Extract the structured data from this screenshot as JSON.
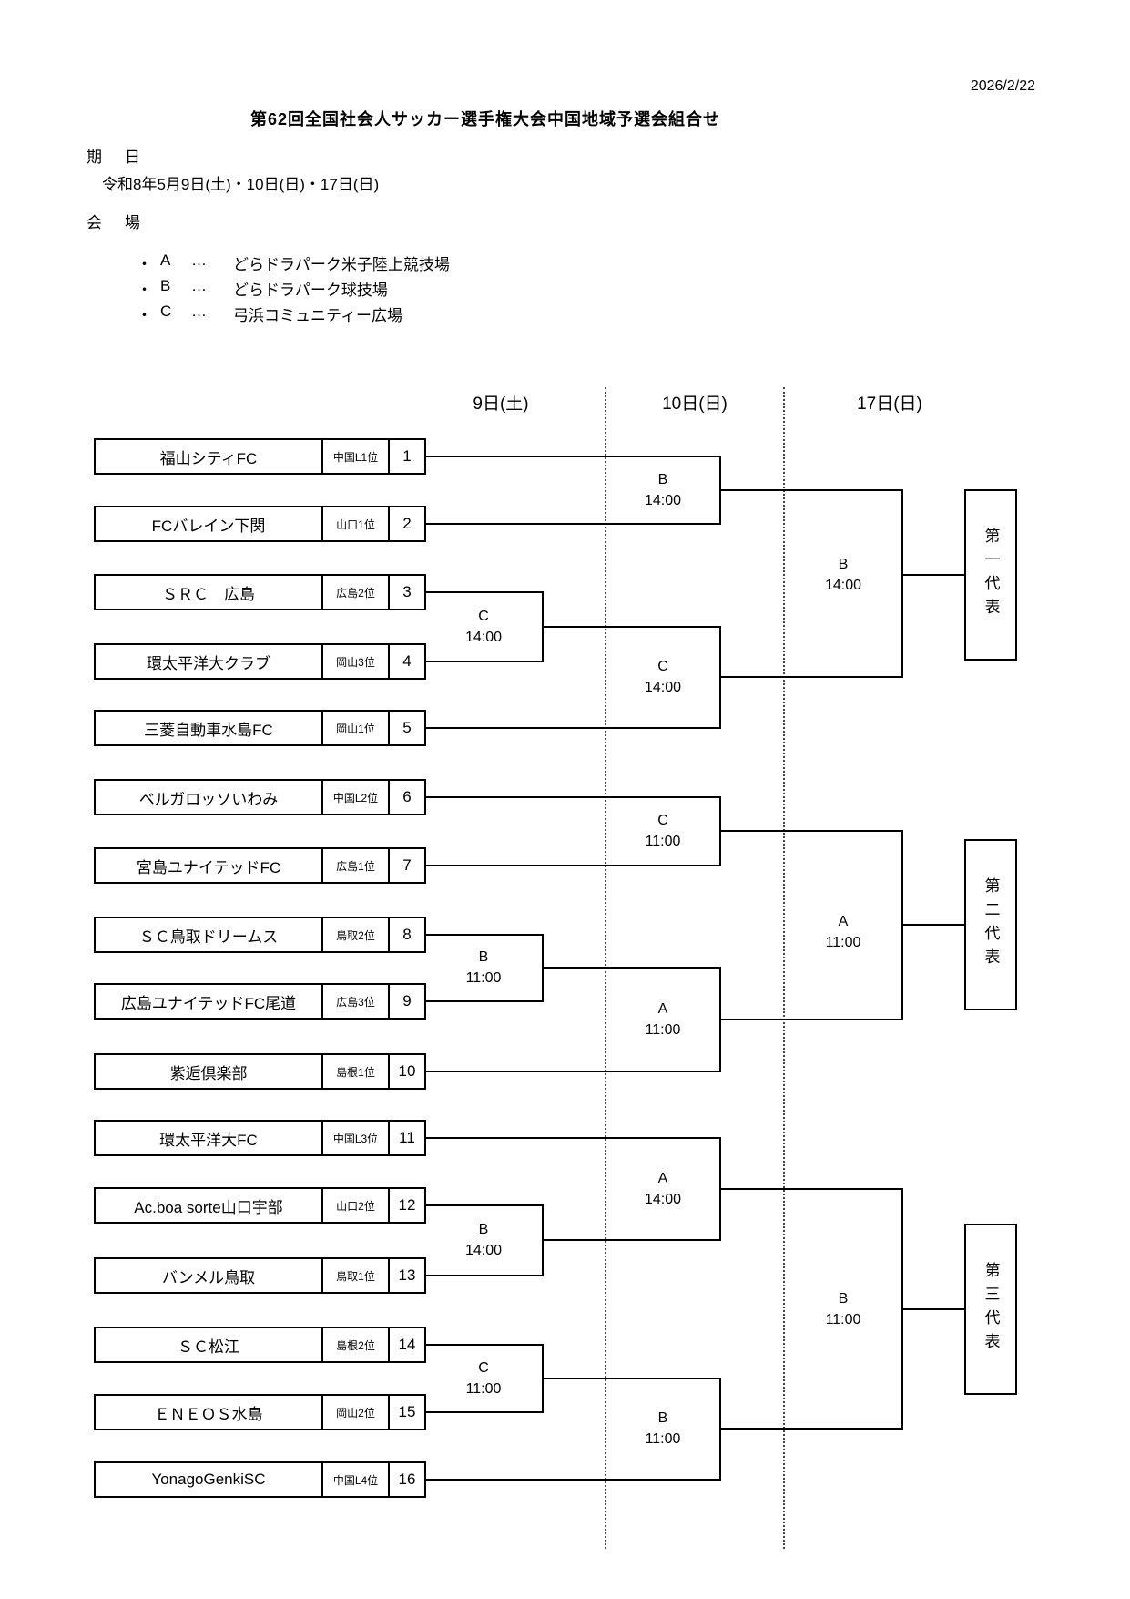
{
  "document": {
    "date": "2026/2/22",
    "title": "第62回全国社会人サッカー選手権大会中国地域予選会組合せ",
    "schedule_label": "期　日",
    "schedule_value": "令和8年5月9日(土)・10日(日)・17日(日)",
    "venue_label": "会　場",
    "venues": [
      {
        "bullet": "・",
        "code": "A",
        "dots": "…",
        "name": "どらドラパーク米子陸上競技場"
      },
      {
        "bullet": "・",
        "code": "B",
        "dots": "…",
        "name": "どらドラパーク球技場"
      },
      {
        "bullet": "・",
        "code": "C",
        "dots": "…",
        "name": "弓浜コミュニティー広場"
      }
    ]
  },
  "bracket": {
    "day_headers": [
      "9日(土)",
      "10日(日)",
      "17日(日)"
    ],
    "teams": [
      {
        "name": "福山シティFC",
        "seed": "中国L1位",
        "num": "1"
      },
      {
        "name": "FCバレイン下関",
        "seed": "山口1位",
        "num": "2"
      },
      {
        "name": "ＳＲＣ　広島",
        "seed": "広島2位",
        "num": "3"
      },
      {
        "name": "環太平洋大クラブ",
        "seed": "岡山3位",
        "num": "4"
      },
      {
        "name": "三菱自動車水島FC",
        "seed": "岡山1位",
        "num": "5"
      },
      {
        "name": "ベルガロッソいわみ",
        "seed": "中国L2位",
        "num": "6"
      },
      {
        "name": "宮島ユナイテッドFC",
        "seed": "広島1位",
        "num": "7"
      },
      {
        "name": "ＳＣ鳥取ドリームス",
        "seed": "鳥取2位",
        "num": "8"
      },
      {
        "name": "広島ユナイテッドFC尾道",
        "seed": "広島3位",
        "num": "9"
      },
      {
        "name": "紫逅倶楽部",
        "seed": "島根1位",
        "num": "10"
      },
      {
        "name": "環太平洋大FC",
        "seed": "中国L3位",
        "num": "11"
      },
      {
        "name": "Ac.boa sorte山口宇部",
        "seed": "山口2位",
        "num": "12"
      },
      {
        "name": "バンメル鳥取",
        "seed": "鳥取1位",
        "num": "13"
      },
      {
        "name": "ＳＣ松江",
        "seed": "島根2位",
        "num": "14"
      },
      {
        "name": "ＥＮＥＯＳ水島",
        "seed": "岡山2位",
        "num": "15"
      },
      {
        "name": "YonagoGenkiSC",
        "seed": "中国L4位",
        "num": "16"
      }
    ],
    "round1_matches": [
      {
        "venue": "C",
        "time": "14:00"
      },
      {
        "venue": "B",
        "time": "11:00"
      },
      {
        "venue": "B",
        "time": "14:00"
      },
      {
        "venue": "C",
        "time": "11:00"
      }
    ],
    "round2_matches": [
      {
        "venue": "B",
        "time": "14:00"
      },
      {
        "venue": "C",
        "time": "14:00"
      },
      {
        "venue": "C",
        "time": "11:00"
      },
      {
        "venue": "A",
        "time": "11:00"
      },
      {
        "venue": "A",
        "time": "14:00"
      },
      {
        "venue": "B",
        "time": "11:00"
      }
    ],
    "round3_matches": [
      {
        "venue": "B",
        "time": "14:00"
      },
      {
        "venue": "A",
        "time": "11:00"
      },
      {
        "venue": "B",
        "time": "11:00"
      }
    ],
    "representatives": [
      "第一代表",
      "第二代表",
      "第三代表"
    ]
  },
  "colors": {
    "ink": "#000000",
    "paper": "#ffffff"
  }
}
